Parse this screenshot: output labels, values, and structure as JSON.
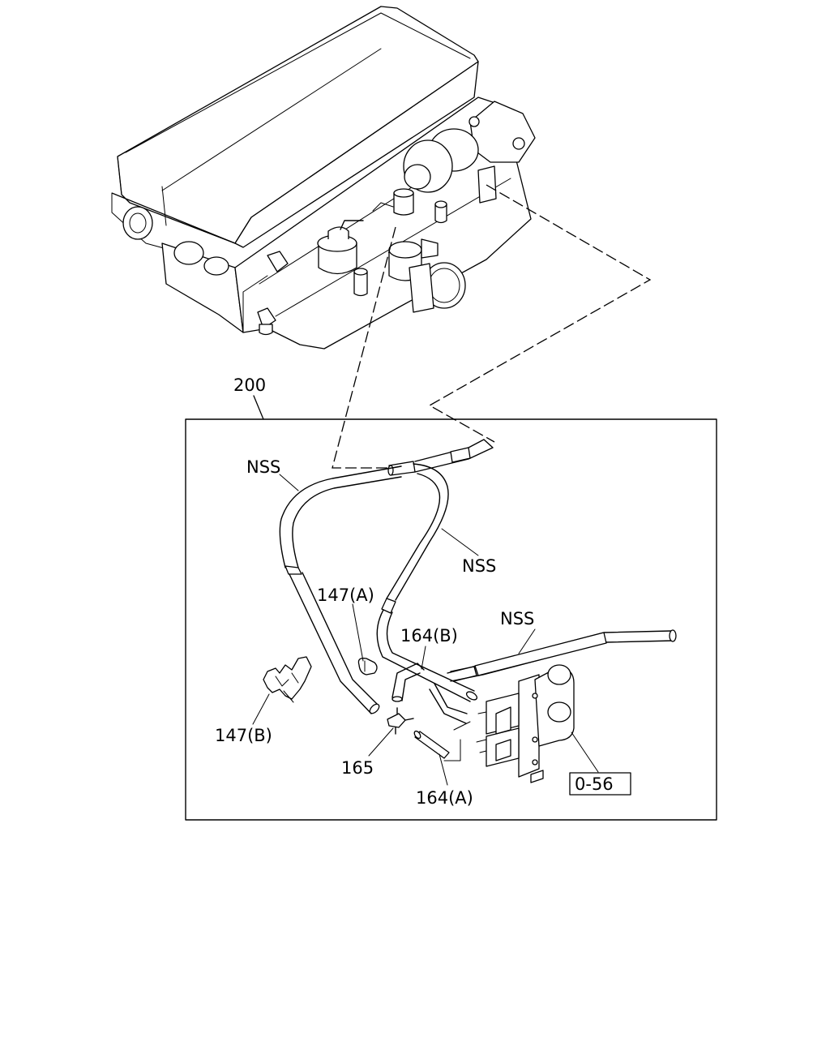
{
  "callouts": {
    "assembly": "200",
    "nss_upper_left": "NSS",
    "nss_mid_right": "NSS",
    "nss_valve": "NSS",
    "clip_a": "147(A)",
    "clip_b": "147(B)",
    "hose_b": "164(B)",
    "hose_a": "164(A)",
    "connector": "165",
    "ref_box": "0-56"
  }
}
